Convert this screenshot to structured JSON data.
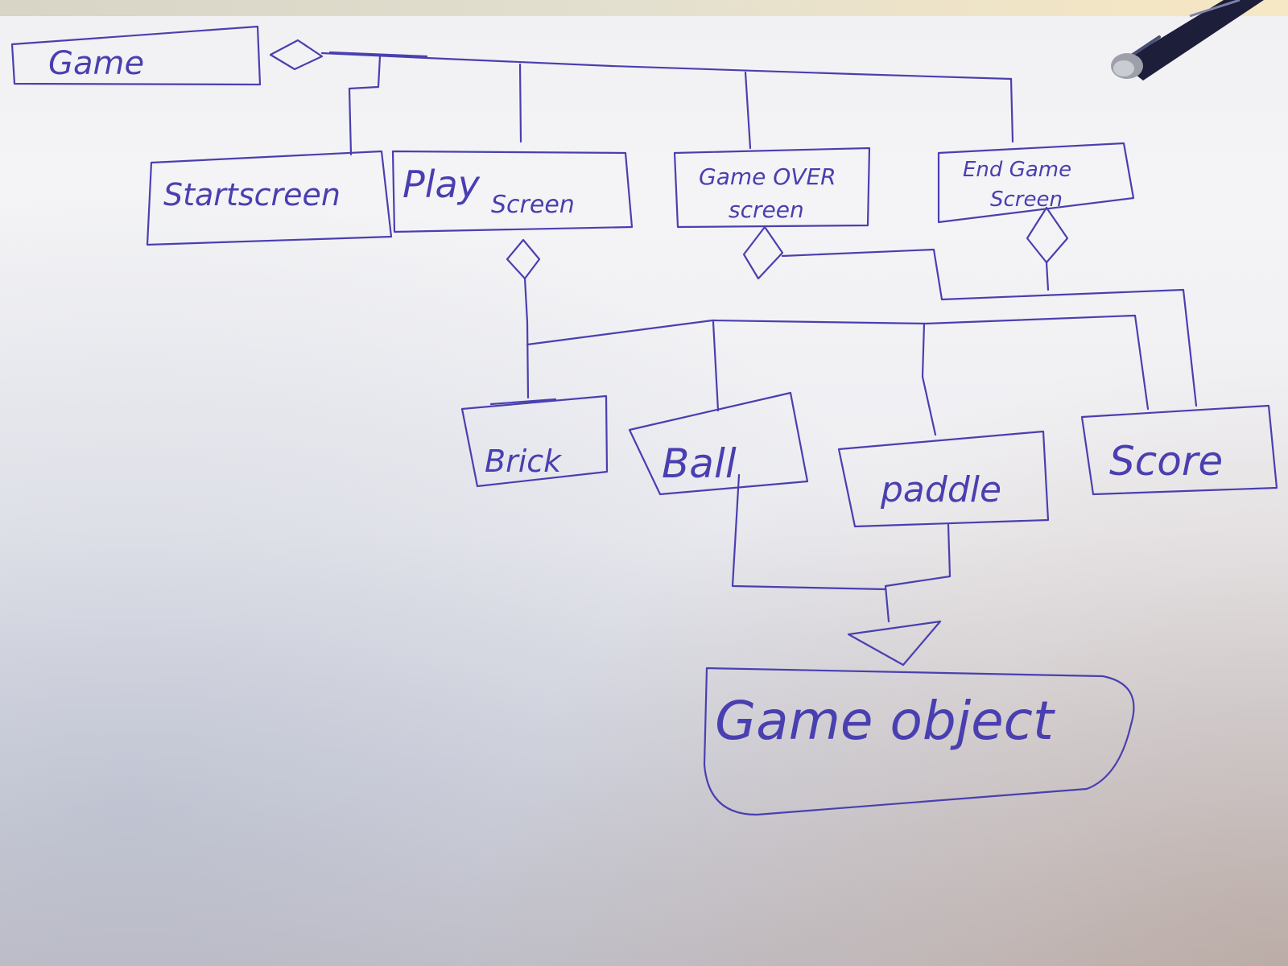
{
  "ink_color": "#4a3fb0",
  "nodes": {
    "game": "Game",
    "start_screen": "Startscreen",
    "play_screen_1": "Play",
    "play_screen_2": "Screen",
    "game_over_screen_1": "Game OVER",
    "game_over_screen_2": "screen",
    "end_game_screen_1": "End Game",
    "end_game_screen_2": "Screen",
    "brick": "Brick",
    "ball": "Ball",
    "paddle": "paddle",
    "score": "Score",
    "game_object": "Game object"
  },
  "relationships": [
    {
      "from": "Game",
      "to": "Startscreen",
      "type": "aggregation"
    },
    {
      "from": "Game",
      "to": "PlayScreen",
      "type": "aggregation"
    },
    {
      "from": "Game",
      "to": "Game OVER screen",
      "type": "aggregation"
    },
    {
      "from": "Game",
      "to": "End Game Screen",
      "type": "aggregation"
    },
    {
      "from": "PlayScreen",
      "to": "Brick",
      "type": "aggregation"
    },
    {
      "from": "PlayScreen",
      "to": "Ball",
      "type": "aggregation"
    },
    {
      "from": "PlayScreen",
      "to": "paddle",
      "type": "aggregation"
    },
    {
      "from": "PlayScreen",
      "to": "Score",
      "type": "aggregation"
    },
    {
      "from": "Game OVER screen",
      "to": "Score",
      "type": "aggregation"
    },
    {
      "from": "End Game Screen",
      "to": "Score",
      "type": "aggregation"
    },
    {
      "from": "Ball",
      "to": "Game object",
      "type": "generalization"
    },
    {
      "from": "paddle",
      "to": "Game object",
      "type": "generalization"
    }
  ]
}
